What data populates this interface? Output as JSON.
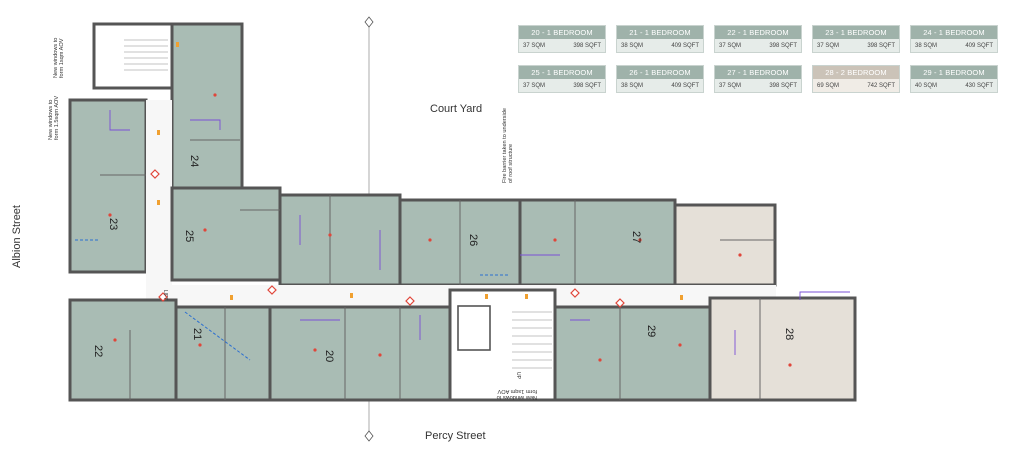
{
  "streets": {
    "court_yard": "Court Yard",
    "albion": "Albion Street",
    "percy": "Percy Street"
  },
  "legend": [
    {
      "title": "20 - 1 BEDROOM",
      "sqm": "37 SQM",
      "sqft": "398 SQFT",
      "color": "#9fb2aa"
    },
    {
      "title": "21 - 1 BEDROOM",
      "sqm": "38 SQM",
      "sqft": "409 SQFT",
      "color": "#9fb2aa"
    },
    {
      "title": "22 - 1 BEDROOM",
      "sqm": "37 SQM",
      "sqft": "398 SQFT",
      "color": "#9fb2aa"
    },
    {
      "title": "23 - 1 BEDROOM",
      "sqm": "37 SQM",
      "sqft": "398 SQFT",
      "color": "#9fb2aa"
    },
    {
      "title": "24 - 1 BEDROOM",
      "sqm": "38 SQM",
      "sqft": "409 SQFT",
      "color": "#9fb2aa"
    },
    {
      "title": "25 - 1 BEDROOM",
      "sqm": "37 SQM",
      "sqft": "398 SQFT",
      "color": "#9fb2aa"
    },
    {
      "title": "26 - 1 BEDROOM",
      "sqm": "38 SQM",
      "sqft": "409 SQFT",
      "color": "#9fb2aa"
    },
    {
      "title": "27 - 1 BEDROOM",
      "sqm": "37 SQM",
      "sqft": "398 SQFT",
      "color": "#9fb2aa"
    },
    {
      "title": "28 - 2 BEDROOM",
      "sqm": "69 SQM",
      "sqft": "742 SQFT",
      "color": "#cbc3b8"
    },
    {
      "title": "29 - 1 BEDROOM",
      "sqm": "40 SQM",
      "sqft": "430 SQFT",
      "color": "#9fb2aa"
    }
  ],
  "units": [
    "20",
    "21",
    "22",
    "23",
    "24",
    "25",
    "26",
    "27",
    "28",
    "29"
  ],
  "notes": {
    "aov_top": "New windows to\nform 1sqm AOV",
    "aov_left": "New windows to\nform 1.5sqm AOV",
    "fire_barrier": "Fire barrier taken to underside\nof roof structure",
    "aov_bottom": "New windows to\nform 1sqm AOV",
    "lift": "LIFT",
    "up": "UP"
  },
  "colors": {
    "unit_fill": "#a9bcb4",
    "unit28_fill": "#e5e0d8",
    "wall": "#555555"
  }
}
